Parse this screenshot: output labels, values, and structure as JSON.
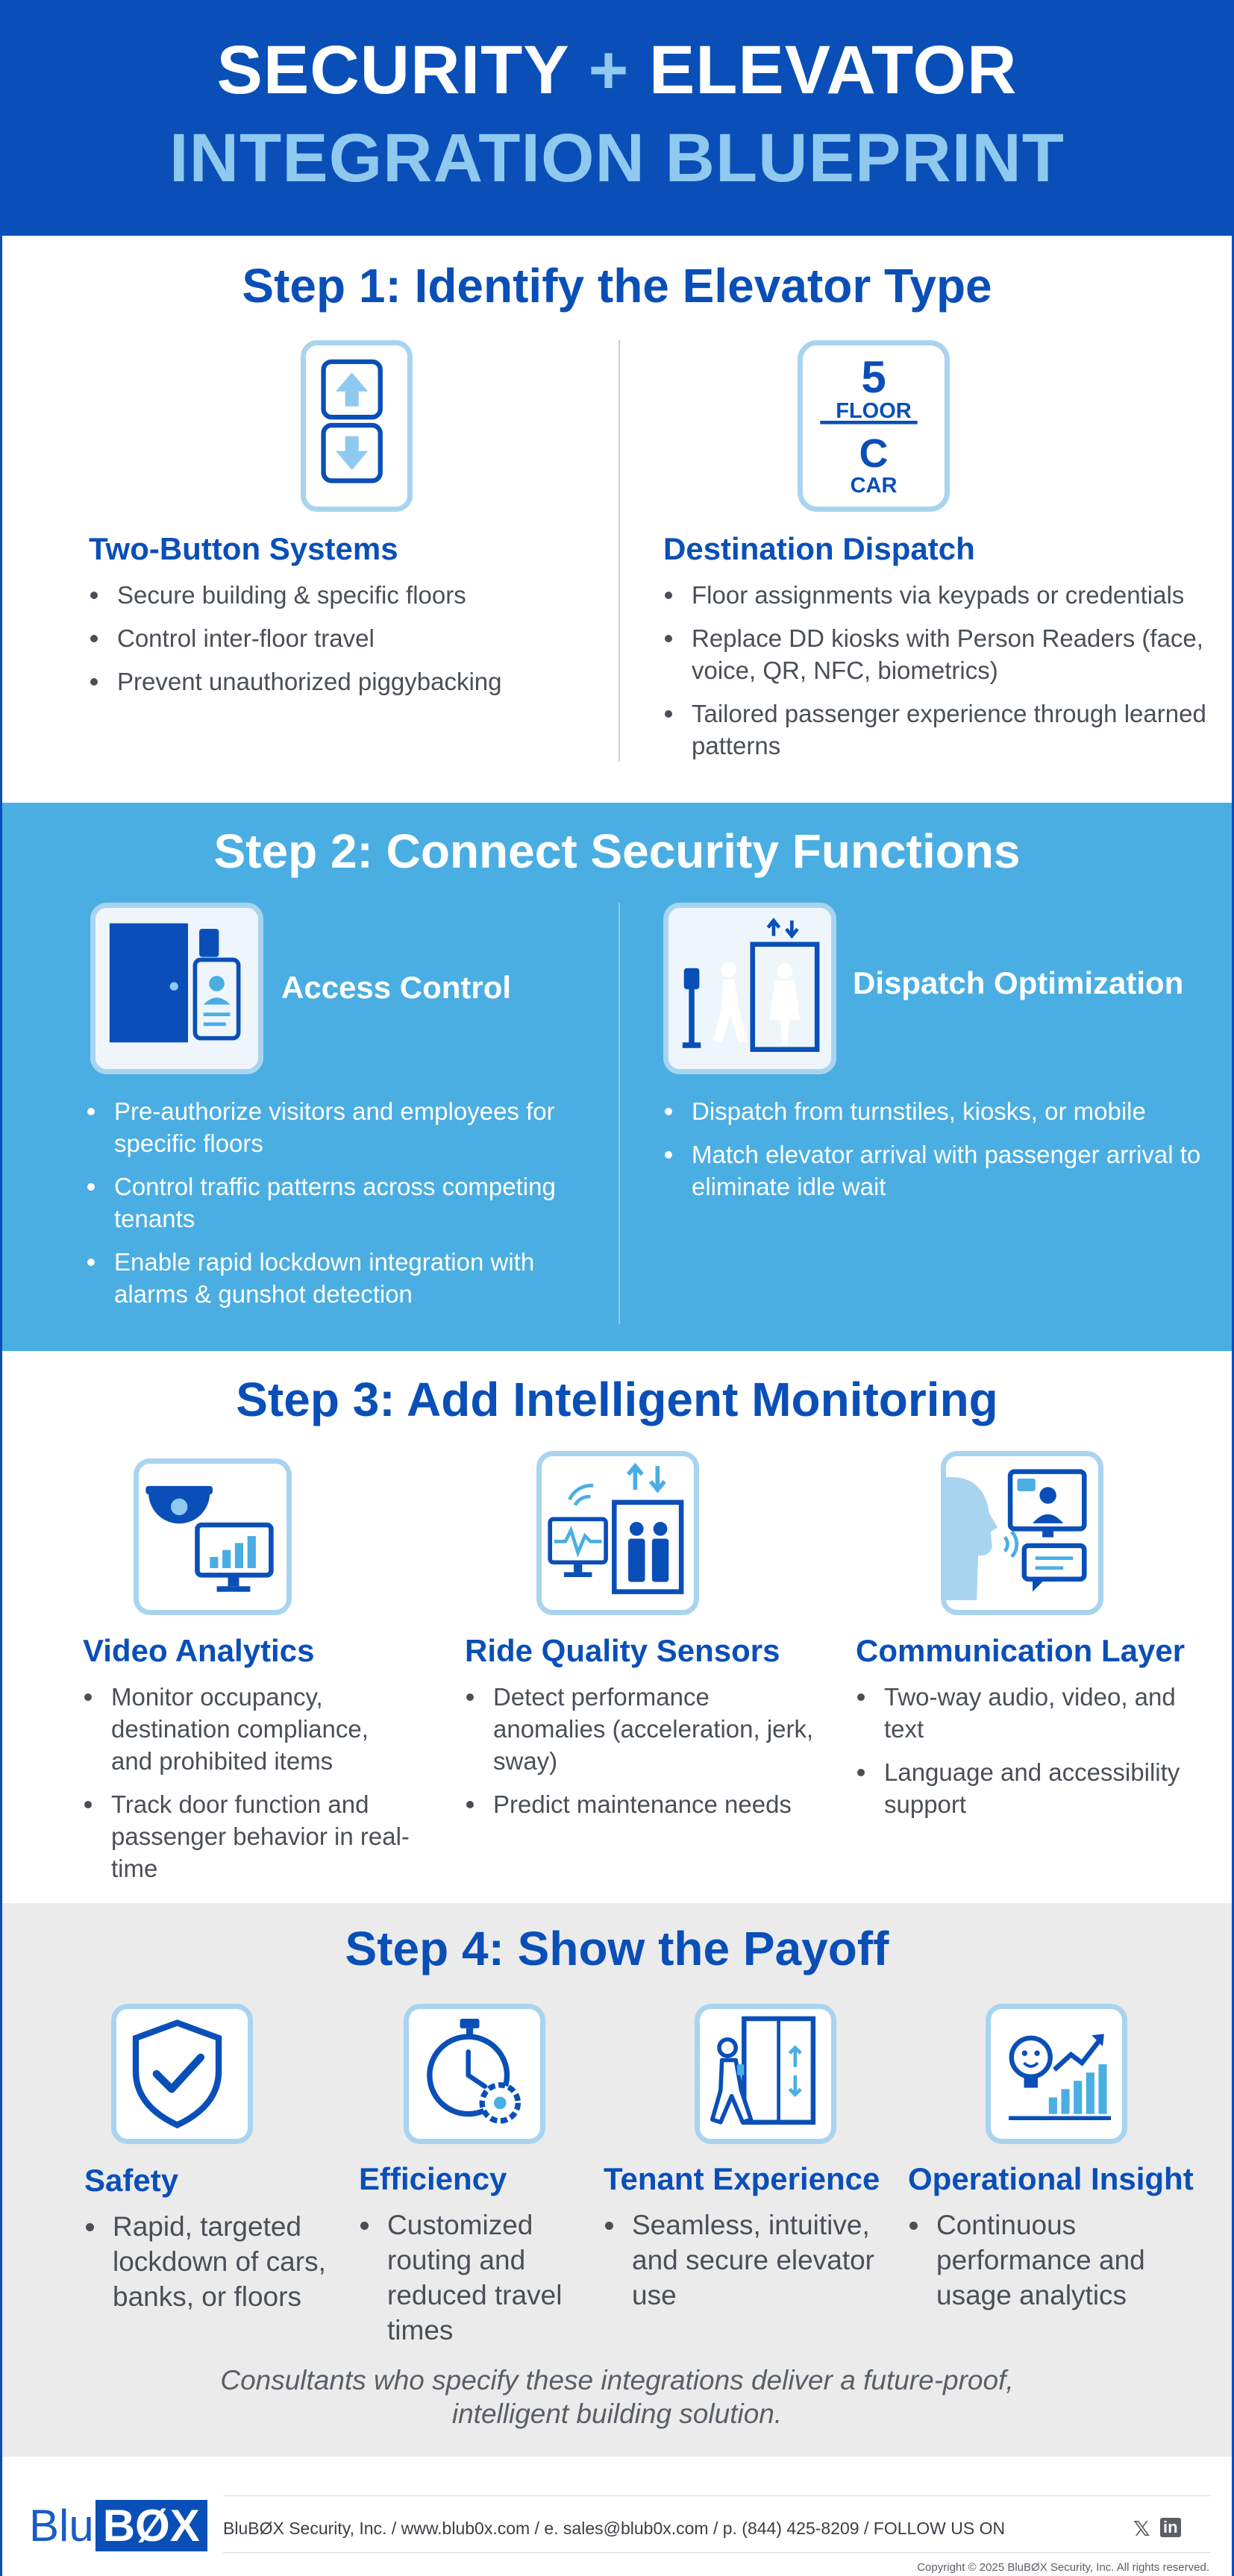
{
  "header": {
    "line1_a": "SECURITY",
    "line1_plus": "+",
    "line1_b": "ELEVATOR",
    "line2": "INTEGRATION BLUEPRINT"
  },
  "step1": {
    "title": "Step 1: Identify the Elevator Type",
    "left": {
      "title": "Two-Button Systems",
      "items": [
        "Secure building & specific floors",
        "Control inter-floor travel",
        "Prevent unauthorized piggybacking"
      ]
    },
    "right": {
      "icon_floor_number": "5",
      "icon_floor_label": "FLOOR",
      "icon_car_letter": "C",
      "icon_car_label": "CAR",
      "title": "Destination Dispatch",
      "items": [
        "Floor assignments via keypads or credentials",
        "Replace DD kiosks with Person Readers (face, voice, QR, NFC, biometrics)",
        "Tailored passenger experience through learned patterns"
      ]
    }
  },
  "step2": {
    "title": "Step 2: Connect Security Functions",
    "left": {
      "title": "Access Control",
      "items": [
        "Pre-authorize visitors and employees for specific floors",
        "Control traffic patterns across competing tenants",
        "Enable rapid lockdown integration with alarms & gunshot detection"
      ]
    },
    "right": {
      "title": "Dispatch Optimization",
      "items": [
        "Dispatch from turnstiles, kiosks, or mobile",
        "Match elevator arrival with passenger arrival to eliminate idle wait"
      ]
    }
  },
  "step3": {
    "title": "Step 3: Add Intelligent Monitoring",
    "columns": [
      {
        "title": "Video Analytics",
        "items": [
          "Monitor occupancy, destination compliance, and prohibited items",
          "Track door function and passenger behavior in real-time"
        ]
      },
      {
        "title": "Ride Quality Sensors",
        "items": [
          "Detect performance anomalies (acceleration, jerk, sway)",
          "Predict maintenance needs"
        ]
      },
      {
        "title": "Communication Layer",
        "items": [
          "Two-way audio, video, and text",
          "Language and accessibility support"
        ]
      }
    ]
  },
  "step4": {
    "title": "Step 4: Show the Payoff",
    "columns": [
      {
        "title": "Safety",
        "items": [
          "Rapid, targeted lockdown of cars, banks, or floors"
        ]
      },
      {
        "title": "Efficiency",
        "items": [
          "Customized routing and reduced travel times"
        ]
      },
      {
        "title": "Tenant Experience",
        "items": [
          "Seamless, intuitive, and secure elevator use"
        ]
      },
      {
        "title": "Operational Insight",
        "items": [
          "Continuous performance and usage analytics"
        ]
      }
    ],
    "closing_line1": "Consultants who specify these integrations deliver a future-proof,",
    "closing_line2": "intelligent building solution."
  },
  "footer": {
    "logo_text": "Blu",
    "logo_box": "BØX",
    "contact": "BluBØX Security, Inc. / www.blub0x.com / e. sales@blub0x.com / p. (844) 425-8209 / FOLLOW US ON",
    "social_x": "𝕏",
    "social_in": "in",
    "copyright": "Copyright © 2025 BluBØX Security, Inc. All rights reserved."
  },
  "colors": {
    "brand_blue": "#0a4fb8",
    "light_blue": "#4aaee2",
    "pale_blue": "#a9d4f0",
    "text_gray": "#4a4f57",
    "panel_gray": "#ebebec"
  }
}
